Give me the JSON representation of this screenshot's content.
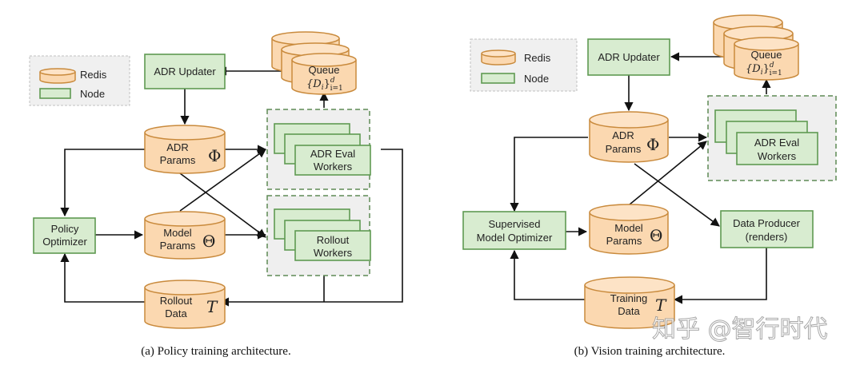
{
  "legend": {
    "redis_label": "Redis",
    "node_label": "Node"
  },
  "colors": {
    "redis_fill": "#fbd8b0",
    "redis_stroke": "#c98a3c",
    "node_fill": "#d8ecd0",
    "node_stroke": "#5f9a52",
    "group_fill": "#efefef",
    "edge": "#111111"
  },
  "diagram_a": {
    "caption": "(a) Policy training architecture.",
    "adr_updater": "ADR Updater",
    "queue": {
      "line1": "Queue",
      "math": "{D",
      "sub": "i",
      "close": "}",
      "sup": "d",
      "range": "i=1"
    },
    "adr_params": {
      "line1": "ADR",
      "line2": "Params",
      "symbol": "Φ"
    },
    "model_params": {
      "line1": "Model",
      "line2": "Params",
      "symbol": "Θ"
    },
    "rollout_data": {
      "line1": "Rollout",
      "line2": "Data",
      "symbol": "T"
    },
    "policy_optimizer": {
      "line1": "Policy",
      "line2": "Optimizer"
    },
    "adr_eval_workers": {
      "line1": "ADR Eval",
      "line2": "Workers"
    },
    "rollout_workers": {
      "line1": "Rollout",
      "line2": "Workers"
    }
  },
  "diagram_b": {
    "caption": "(b) Vision training architecture.",
    "adr_updater": "ADR Updater",
    "queue": {
      "line1": "Queue",
      "math": "{D",
      "sub": "i",
      "close": "}",
      "sup": "d",
      "range": "i=1"
    },
    "adr_params": {
      "line1": "ADR",
      "line2": "Params",
      "symbol": "Φ"
    },
    "model_params": {
      "line1": "Model",
      "line2": "Params",
      "symbol": "Θ"
    },
    "training_data": {
      "line1": "Training",
      "line2": "Data",
      "symbol": "T"
    },
    "supervised_optimizer": {
      "line1": "Supervised",
      "line2": "Model Optimizer"
    },
    "data_producer": {
      "line1": "Data Producer",
      "line2": "(renders)"
    },
    "adr_eval_workers": {
      "line1": "ADR Eval",
      "line2": "Workers"
    }
  },
  "watermark": "知乎 @智行时代"
}
